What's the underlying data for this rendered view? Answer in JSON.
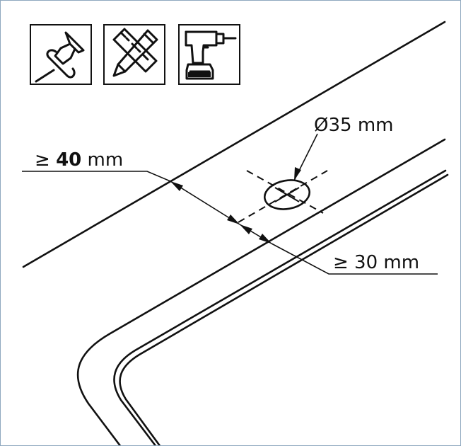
{
  "tool_icons": [
    {
      "name": "pushpin-icon"
    },
    {
      "name": "ruler-pencil-icon"
    },
    {
      "name": "drill-icon"
    }
  ],
  "labels": {
    "hole_diameter": "Ø35 mm",
    "edge_distance_prefix": "≥ ",
    "edge_distance_value": "40",
    "edge_distance_unit": " mm",
    "rim_distance": "≥ 30 mm"
  },
  "colors": {
    "line": "#111111",
    "border": "#8fa8bf",
    "background": "#ffffff"
  }
}
